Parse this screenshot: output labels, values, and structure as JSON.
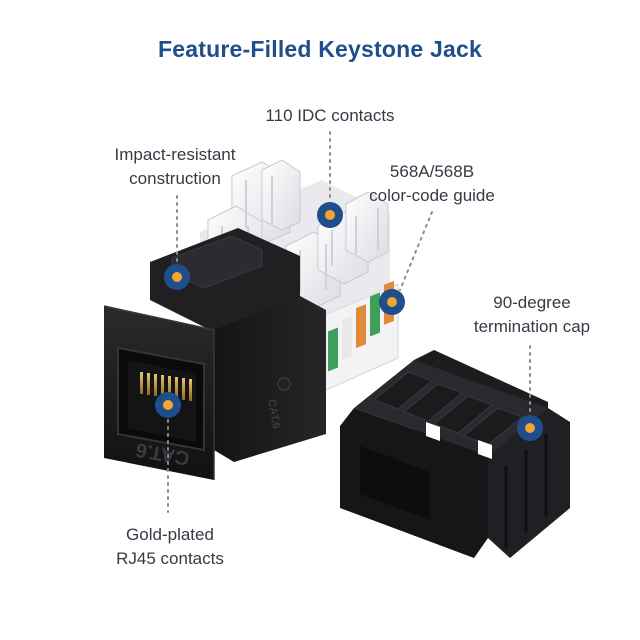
{
  "title": "Feature-Filled Keystone Jack",
  "callouts": {
    "idc": {
      "lines": [
        "110 IDC contacts"
      ]
    },
    "impact": {
      "lines": [
        "Impact-resistant",
        "construction"
      ]
    },
    "color_guide": {
      "lines": [
        "568A/568B",
        "color-code guide"
      ]
    },
    "cap": {
      "lines": [
        "90-degree",
        "termination cap"
      ]
    },
    "gold": {
      "lines": [
        "Gold-plated",
        "RJ45 contacts"
      ]
    }
  },
  "product_markings": {
    "front_text": "CAT.6",
    "side_text": "CAT.6"
  },
  "colors": {
    "title": "#1f4e8c",
    "marker_ring": "#1f4e8c",
    "marker_center": "#f2a531",
    "jack_body": "#1c1c1e",
    "idc_block": "#f4f4f6",
    "label_text": "#333b44"
  },
  "icons": [
    "callout-marker-icon"
  ]
}
